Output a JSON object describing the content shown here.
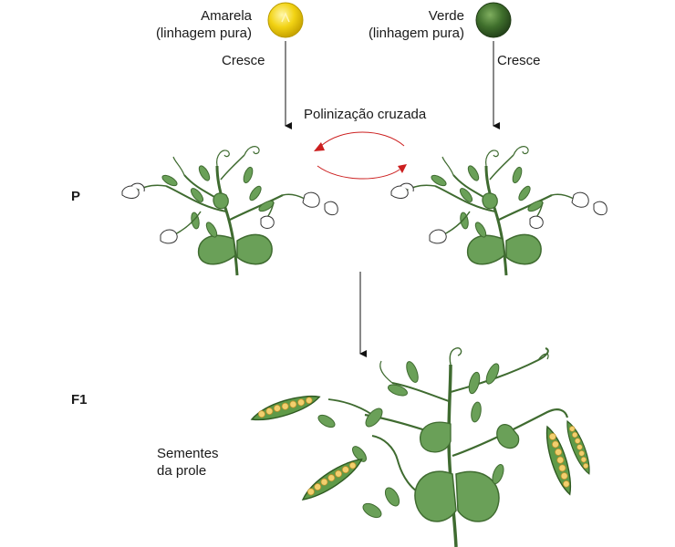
{
  "parents": {
    "yellow": {
      "name": "Amarela",
      "note": "(linhagem pura)",
      "color": "#f2d314"
    },
    "green": {
      "name": "Verde",
      "note": "(linhagem pura)",
      "color": "#3f6f2c"
    }
  },
  "grows_label": "Cresce",
  "cross_label": "Polinização cruzada",
  "generation_p": "P",
  "generation_f1": "F1",
  "offspring_label": {
    "line1": "Sementes",
    "line2": "da prole"
  },
  "colors": {
    "leaf": "#6aa058",
    "leaf_dark": "#3f6b30",
    "flower": "#ffffff",
    "pod": "#5f9a48",
    "pea": "#f2cf6e",
    "arrow_red": "#cc1f1f"
  }
}
